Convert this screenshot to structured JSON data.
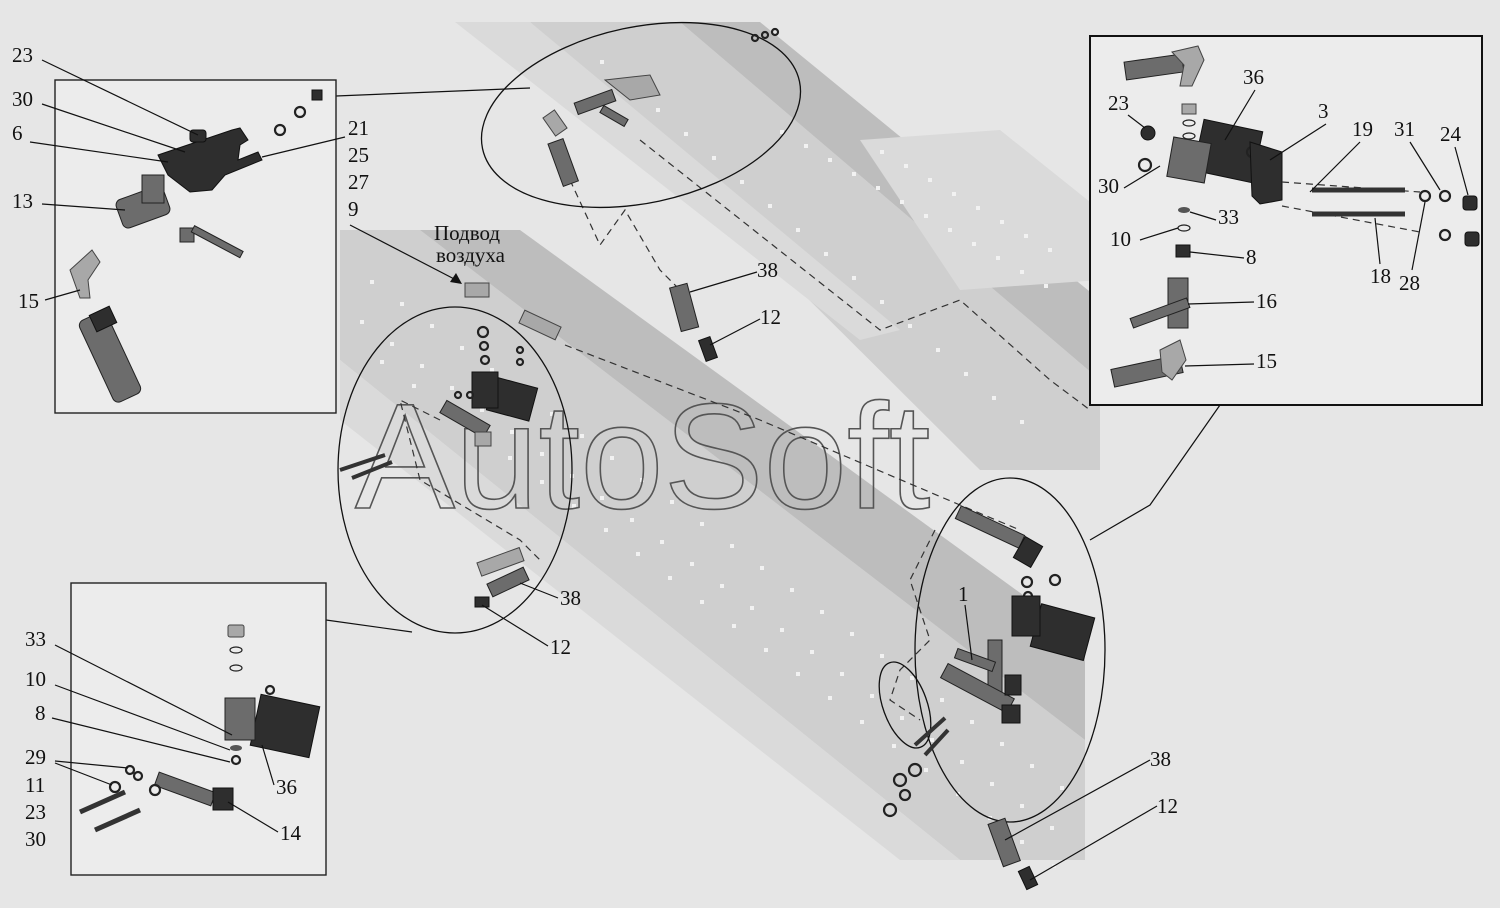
{
  "watermark": "AutoSoft",
  "air_supply_label": [
    "Подвод",
    "воздуха"
  ],
  "panel_top_left": {
    "labels": [
      "23",
      "30",
      "6",
      "13",
      "15"
    ],
    "right_labels": [
      "21",
      "25",
      "27",
      "9"
    ]
  },
  "panel_bottom_left": {
    "labels": [
      "33",
      "10",
      "8",
      "29",
      "11",
      "23",
      "30"
    ],
    "inner_labels": [
      "36",
      "14"
    ]
  },
  "panel_top_right": {
    "labels": [
      "36",
      "3",
      "19",
      "31",
      "24",
      "23",
      "30",
      "33",
      "10",
      "8",
      "18",
      "28",
      "16",
      "15"
    ]
  },
  "main_view": {
    "labels": [
      "38",
      "12",
      "38",
      "12",
      "1",
      "38",
      "12"
    ]
  }
}
